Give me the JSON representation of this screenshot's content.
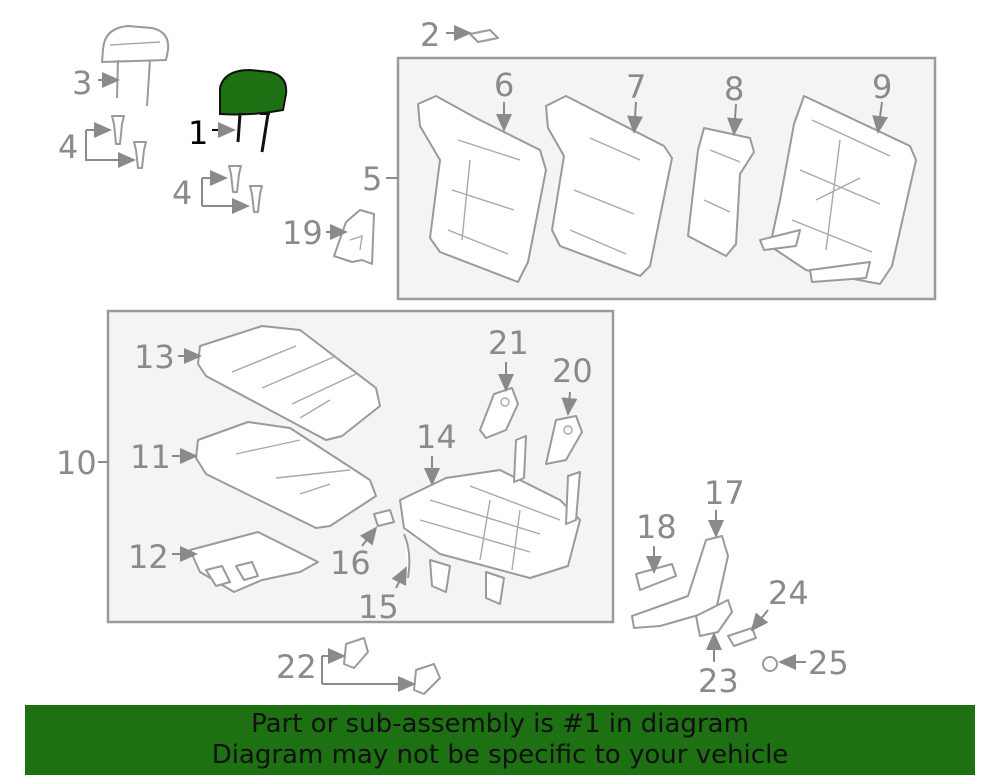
{
  "callouts": {
    "c1": "1",
    "c2": "2",
    "c3": "3",
    "c4a": "4",
    "c4b": "4",
    "c5": "5",
    "c6": "6",
    "c7": "7",
    "c8": "8",
    "c9": "9",
    "c10": "10",
    "c11": "11",
    "c12": "12",
    "c13": "13",
    "c14": "14",
    "c15": "15",
    "c16": "16",
    "c17": "17",
    "c18": "18",
    "c19": "19",
    "c20": "20",
    "c21": "21",
    "c22": "22",
    "c23": "23",
    "c24": "24",
    "c25": "25"
  },
  "highlight_part": "1",
  "colors": {
    "highlight": "#1d7112",
    "banner": "#1d7112",
    "linework": "#9a9a9a",
    "callout_text": "#8a8a8a"
  },
  "banner": {
    "line1": "Part or sub-assembly is #1 in diagram",
    "line2": "Diagram may not be specific to your vehicle"
  }
}
